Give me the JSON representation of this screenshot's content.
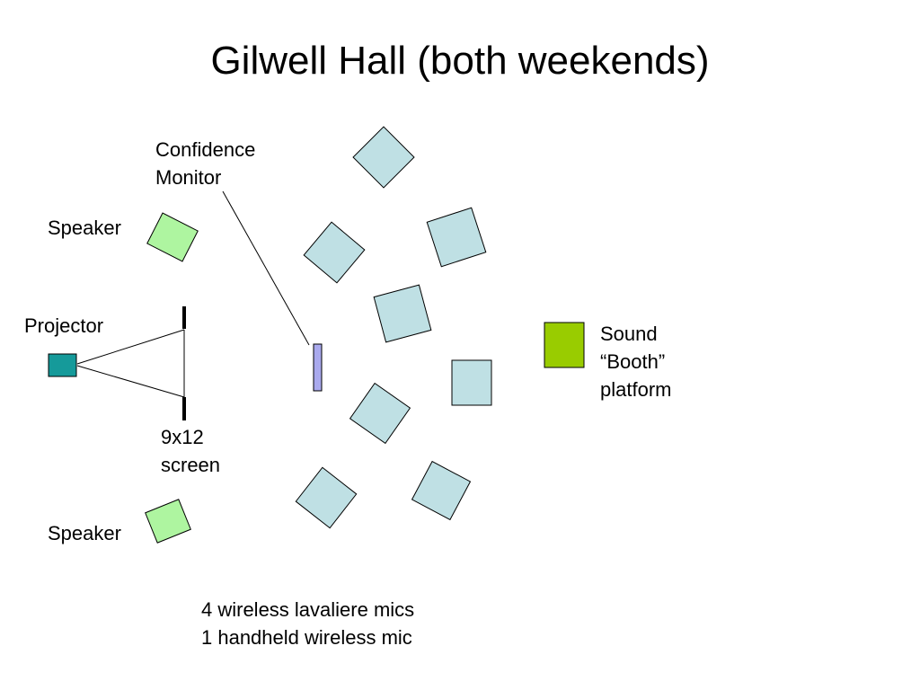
{
  "title": "Gilwell Hall (both weekends)",
  "labels": {
    "confidence_monitor": [
      "Confidence",
      "Monitor"
    ],
    "speaker_top": "Speaker",
    "speaker_bottom": "Speaker",
    "projector": "Projector",
    "screen": [
      "9x12",
      "screen"
    ],
    "sound_booth": [
      "Sound",
      "“Booth”",
      "platform"
    ],
    "mics": [
      "4 wireless lavaliere mics",
      "1 handheld wireless mic"
    ]
  },
  "colors": {
    "table": "#bfe0e4",
    "speaker": "#aef5a0",
    "projector": "#159a9a",
    "sound_booth": "#99cc00",
    "monitor": "#aaaaee",
    "stroke": "#000000"
  }
}
